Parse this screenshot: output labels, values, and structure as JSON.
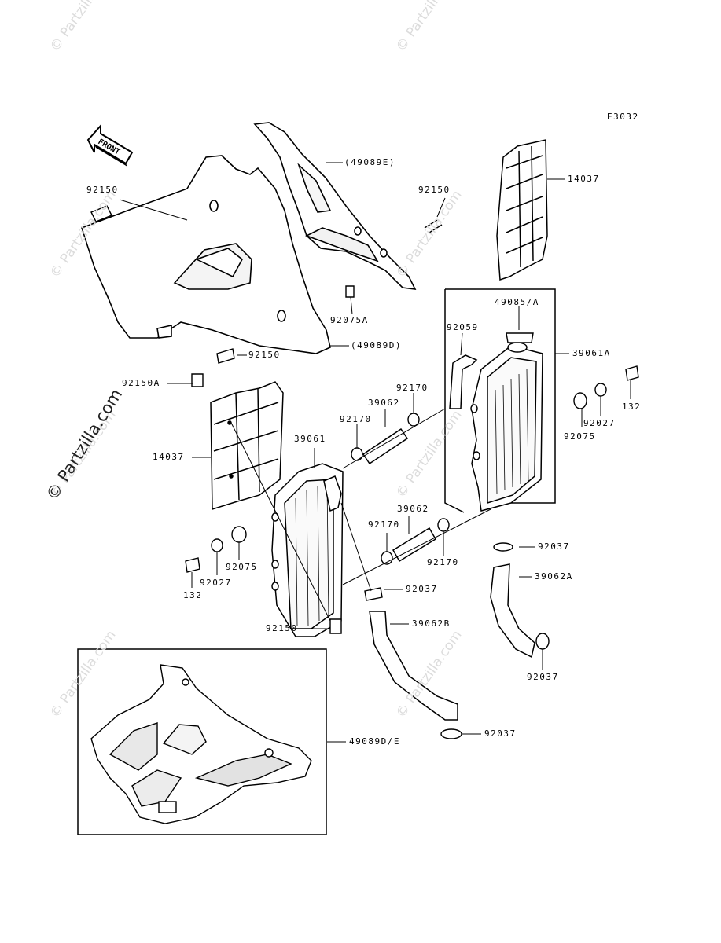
{
  "diagram_code": "E3032",
  "front_label": "FRONT",
  "watermark_small": "© Partzilla.com",
  "watermark_big": "© Partzilla.com",
  "callouts": {
    "p92150_top": "92150",
    "p49089e": "(49089E)",
    "p92150_shroud": "92150",
    "p14037_right": "14037",
    "p92075a": "92075A",
    "p49085a": "49085/A",
    "p92059": "92059",
    "p39061a": "39061A",
    "p92150_mid": "92150",
    "p49089d": "(49089D)",
    "p92150a": "92150A",
    "p92170_a": "92170",
    "p39062_a": "39062",
    "p92170_b": "92170",
    "p132_right": "132",
    "p92027_right": "92027",
    "p92075_right": "92075",
    "p14037_left": "14037",
    "p39061": "39061",
    "p39062_b": "39062",
    "p92170_c": "92170",
    "p92170_d": "92170",
    "p92037_a": "92037",
    "p39062a": "39062A",
    "p92075_left": "92075",
    "p92027_left": "92027",
    "p132_left": "132",
    "p92037_b": "92037",
    "p92150_bottom": "92150",
    "p39062b": "39062B",
    "p92037_c": "92037",
    "p49089de": "49089D/E",
    "p92037_d": "92037"
  }
}
